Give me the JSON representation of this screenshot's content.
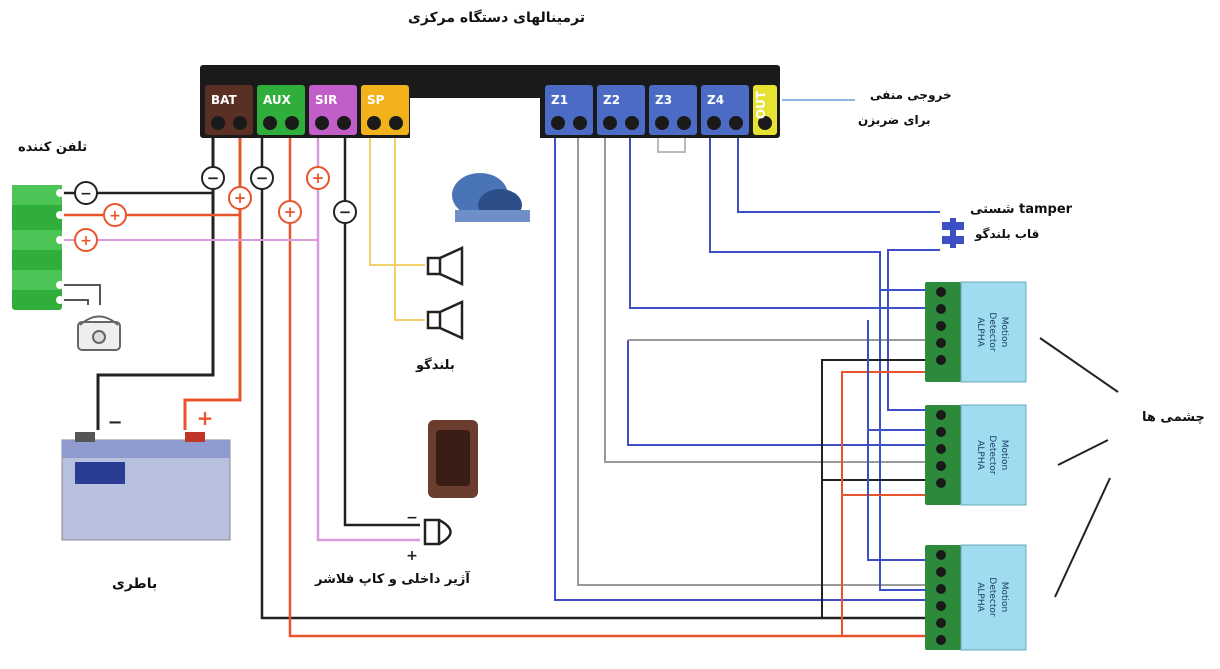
{
  "title": "ترمینالهای دستگاه مرکزی",
  "labels": {
    "dialer": "تلفن کننده",
    "battery": "باطری",
    "siren": "بلندگو",
    "buzzer": "آژیر داخلی و کاپ فلاشر",
    "detectors": "چشمی ها",
    "nc_output": "خروجی منفی",
    "nc_output2": "برای ضربزن",
    "tamper_line1": "شستی tamper",
    "tamper_line2": "قاب بلندگو"
  },
  "terminals": [
    {
      "label": "BAT",
      "color": "#5a2f24"
    },
    {
      "label": "AUX",
      "color": "#2fae3c"
    },
    {
      "label": "SIR",
      "color": "#c25ec7"
    },
    {
      "label": "SP",
      "color": "#f2b21b"
    },
    {
      "label": "Z1",
      "color": "#4c6bc4"
    },
    {
      "label": "Z2",
      "color": "#4c6bc4"
    },
    {
      "label": "Z3",
      "color": "#4c6bc4"
    },
    {
      "label": "Z4",
      "color": "#4c6bc4"
    },
    {
      "label": "OUT",
      "color": "#e6e232"
    }
  ],
  "detector_text": [
    "Motion",
    "Detector",
    "ALPHA"
  ],
  "signs": {
    "minus": "−",
    "plus": "+"
  },
  "colors": {
    "wire_red": "#e8542c",
    "wire_black": "#222222",
    "wire_blue": "#3d4fc4",
    "wire_pink": "#d99ad9",
    "wire_yellow": "#f2d06a",
    "detector": "#9fdcf0"
  }
}
